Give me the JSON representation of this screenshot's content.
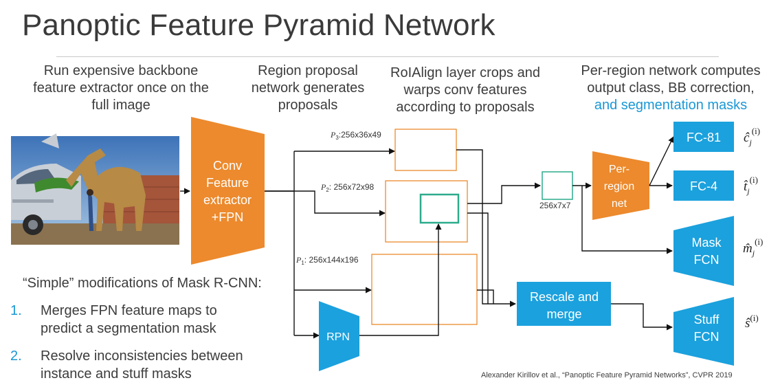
{
  "slide": {
    "title": "Panoptic Feature Pyramid Network",
    "citation": "Alexander Kirillov et al., “Panoptic Feature Pyramid Networks”, CVPR 2019"
  },
  "captions": {
    "backbone": [
      "Run expensive backbone",
      "feature extractor once on the",
      "full image"
    ],
    "rpn": [
      "Region proposal",
      "network generates",
      "proposals"
    ],
    "roialign": [
      "RoIAlign layer crops and",
      "warps conv features",
      "according to proposals"
    ],
    "per_region": [
      "Per-region network computes",
      "output class, BB correction,"
    ],
    "per_region_accent": "and segmentation masks"
  },
  "notes": {
    "heading": "“Simple” modifications of Mask R-CNN:",
    "items": [
      {
        "num": "1.",
        "lines": [
          "Merges FPN feature maps to",
          "predict a segmentation mask"
        ]
      },
      {
        "num": "2.",
        "lines": [
          "Resolve inconsistencies between",
          "instance and stuff masks"
        ]
      }
    ]
  },
  "diagram": {
    "backbone_lines": [
      "Conv",
      "Feature",
      "extractor",
      "+FPN"
    ],
    "rpn": "RPN",
    "per_region_lines": [
      "Per-",
      "region",
      "net"
    ],
    "rescale_lines": [
      "Rescale and",
      "merge"
    ],
    "fc81": "FC-81",
    "fc4": "FC-4",
    "mask_lines": [
      "Mask",
      "FCN"
    ],
    "stuff_lines": [
      "Stuff",
      "FCN"
    ],
    "p3": {
      "sym": "P",
      "sub": "3",
      "dims": ":256x36x49"
    },
    "p2": {
      "sym": "P",
      "sub": "2",
      "dims": ": 256x72x98"
    },
    "p1": {
      "sym": "P",
      "sub": "1",
      "dims": ": 256x144x196"
    },
    "roi_dims": "256x7x7",
    "out_c": {
      "base": "ĉ",
      "sub": "j",
      "sup": "(i)"
    },
    "out_t": {
      "base": "t̂",
      "sub": "j",
      "sup": "(i)"
    },
    "out_m": {
      "base": "m̂",
      "sub": "j",
      "sup": "(i)"
    },
    "out_s": {
      "base": "ŝ",
      "sub": "",
      "sup": "(i)"
    }
  },
  "colors": {
    "orange": "#ec8a2d",
    "blue": "#1ba1dd",
    "teal": "#2cab8b",
    "accent": "#1a97d5"
  },
  "image": {
    "alt": "camel eating leaves from a car"
  }
}
